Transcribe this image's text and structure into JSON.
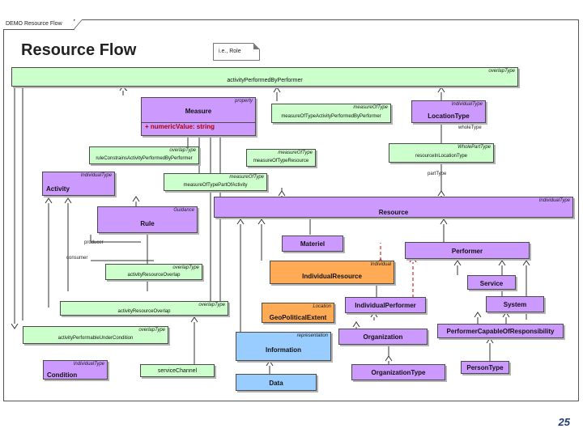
{
  "tab_label": "DEMO Resource Flow",
  "title": "Resource Flow",
  "note": "i.e., Role",
  "page_number": "25",
  "boxes": {
    "top_bar": {
      "stereotype": "overlapType",
      "name": "activityPerformedByPerformer"
    },
    "measure": {
      "stereotype": "property",
      "name": "Measure",
      "attribute": "+ numericValue: string"
    },
    "measure_of_type_1": {
      "stereotype": "measureOfType",
      "name": "measureOfTypeActivityPerformedByPerformer"
    },
    "location_type": {
      "stereotype": "IndividualType",
      "name": "LocationType"
    },
    "overlap_type_left": {
      "stereotype": "overlapType",
      "name": "ruleConstrainsActivityPerformedByPerformer"
    },
    "measure_of_type_2": {
      "stereotype": "measureOfType",
      "name": "measureOfTypeResource"
    },
    "whole_part_type": {
      "stereotype": "WholePartType",
      "name": "resourceInLocationType"
    },
    "activity": {
      "stereotype": "IndividualType",
      "name": "Activity"
    },
    "measure_of_type_3": {
      "stereotype": "measureOfType",
      "name": "measureOfTypePartOfActivity"
    },
    "rule": {
      "stereotype": "Guidance",
      "name": "Rule"
    },
    "resource": {
      "stereotype": "IndividualType",
      "name": "Resource"
    },
    "materiel": {
      "name": "Materiel"
    },
    "performer": {
      "name": "Performer"
    },
    "overlap_type_mid": {
      "stereotype": "overlapType",
      "name": "activityResourceOverlap"
    },
    "individual_resource": {
      "stereotype": "Individual",
      "name": "IndividualResource"
    },
    "service": {
      "name": "Service"
    },
    "overlap_type_bottom": {
      "stereotype": "overlapType",
      "name": "activityResourceOverlap"
    },
    "geo_extent": {
      "stereotype": "Location",
      "name": "GeoPoliticalExtent"
    },
    "individual_performer": {
      "name": "IndividualPerformer"
    },
    "system": {
      "name": "System"
    },
    "overlap_type_cond": {
      "stereotype": "overlapType",
      "name": "activityPerformableUnderCondition"
    },
    "information": {
      "stereotype": "representation",
      "name": "Information"
    },
    "organization": {
      "name": "Organization"
    },
    "capable_of": {
      "name": "PerformerCapableOfResponsibility"
    },
    "condition": {
      "stereotype": "IndividualType",
      "name": "Condition"
    },
    "service_channel": {
      "name": "serviceChannel"
    },
    "data": {
      "name": "Data"
    },
    "organization_type": {
      "name": "OrganizationType"
    },
    "person_type": {
      "name": "PersonType"
    }
  },
  "edge_labels": {
    "whole_type": "wholeType",
    "part_type": "partType",
    "producer": "producer",
    "consumer": "consumer"
  },
  "colors": {
    "green": "#ccffcc",
    "purple": "#cc99ff",
    "orange": "#ffaa55",
    "blue": "#99ccff",
    "dependency_red": "#cc0000"
  }
}
